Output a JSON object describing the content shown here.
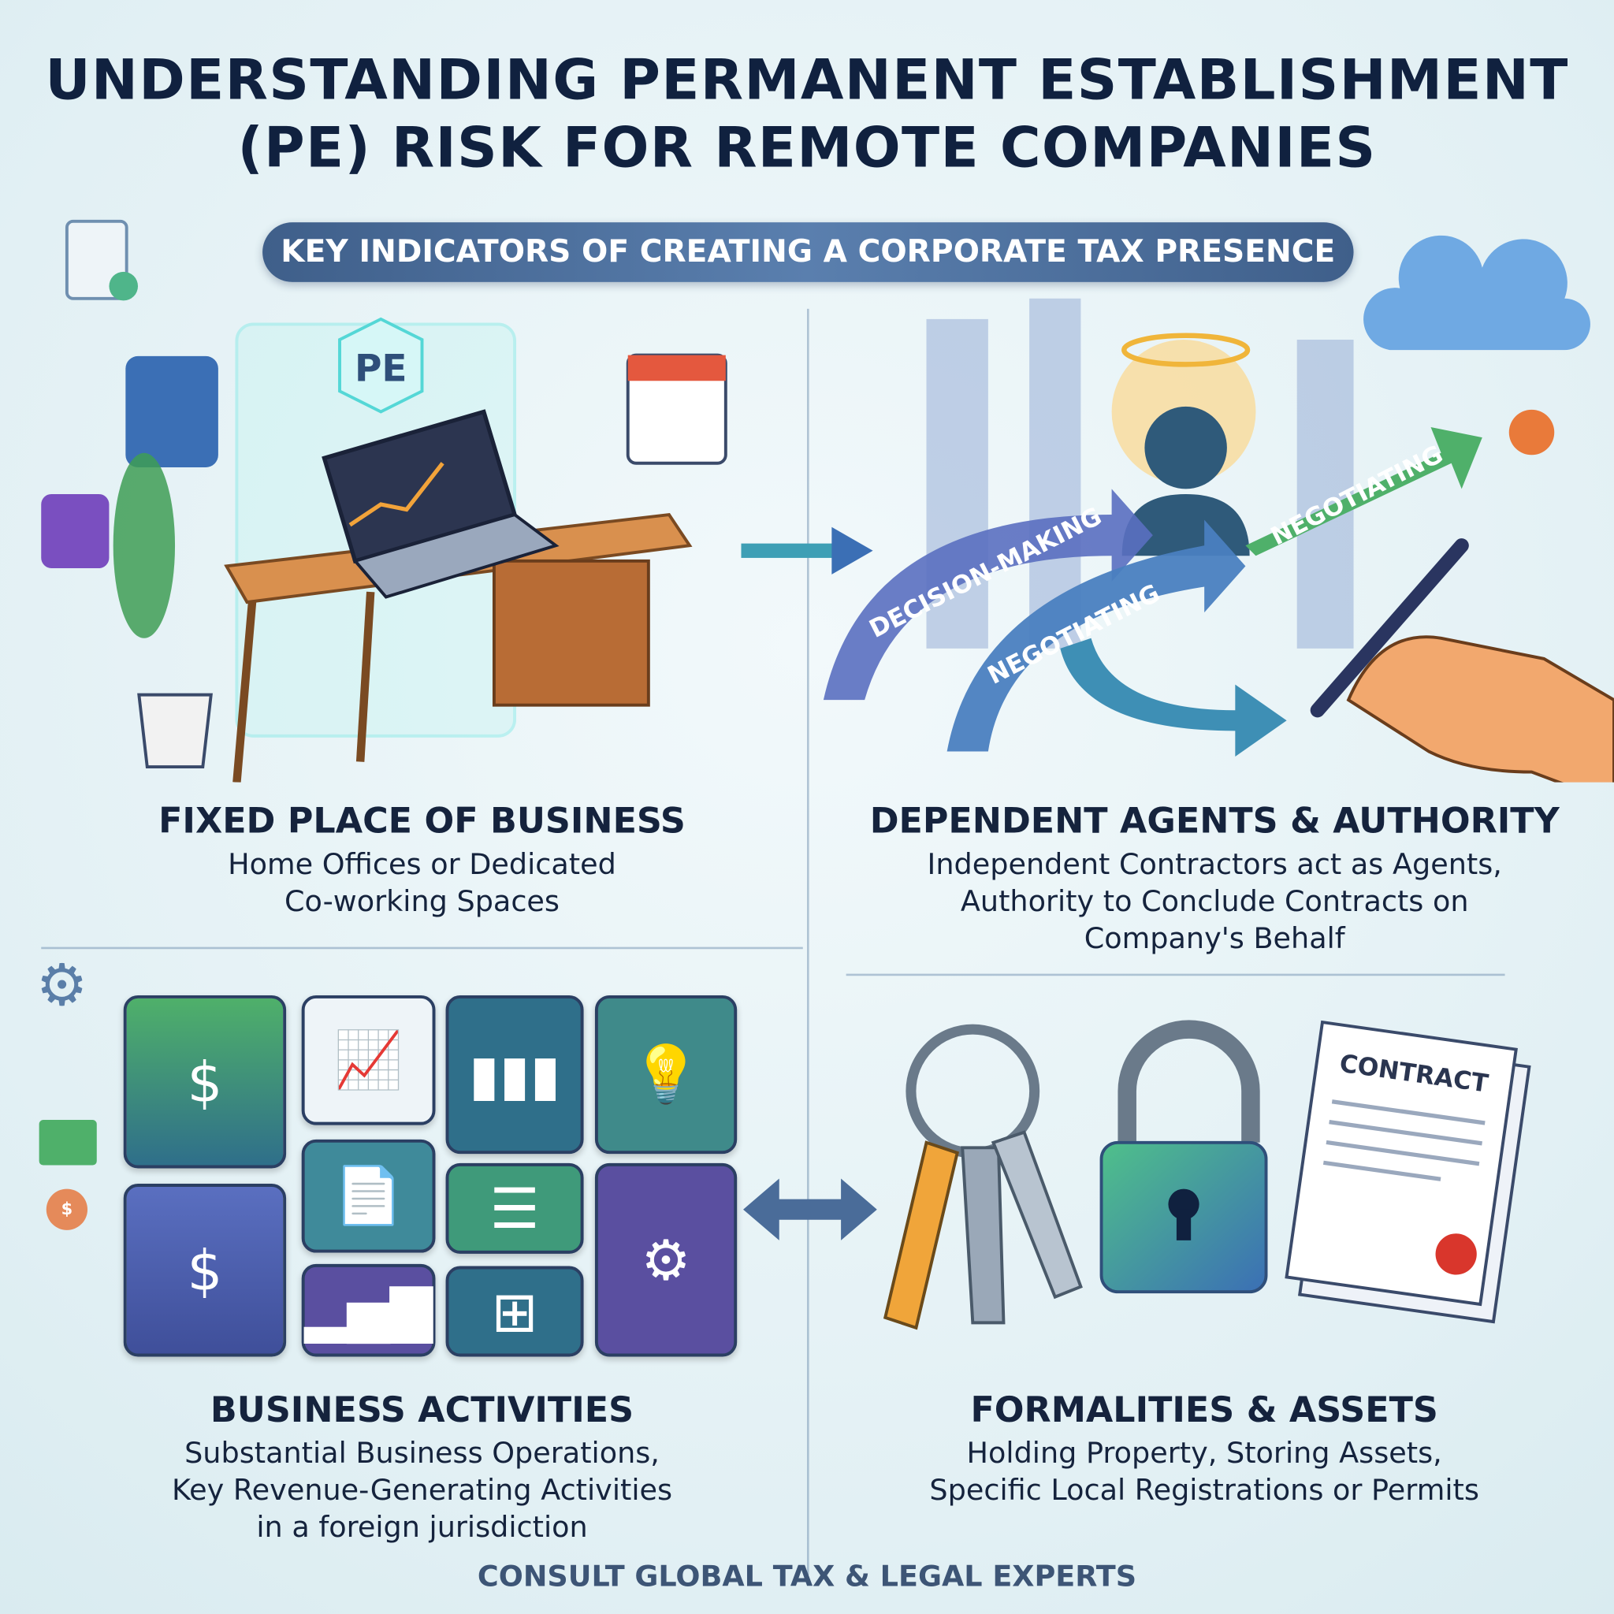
{
  "title": {
    "line1": "UNDERSTANDING PERMANENT ESTABLISHMENT",
    "line2": "(PE) RISK FOR REMOTE COMPANIES"
  },
  "banner": "KEY INDICATORS OF CREATING A CORPORATE TAX PRESENCE",
  "sections": [
    {
      "heading": "FIXED PLACE OF BUSINESS",
      "lines": [
        "Home Offices or Dedicated",
        "Co-working Spaces"
      ]
    },
    {
      "heading": "DEPENDENT AGENTS & AUTHORITY",
      "lines": [
        "Independent Contractors act as Agents,",
        "Authority to Conclude Contracts on",
        "Company's Behalf"
      ]
    },
    {
      "heading": "BUSINESS ACTIVITIES",
      "lines": [
        "Substantial Business Operations,",
        "Key Revenue-Generating Activities",
        "in a foreign jurisdiction"
      ]
    },
    {
      "heading": "FORMALITIES & ASSETS",
      "lines": [
        "Holding Property, Storing Assets,",
        "Specific Local Registrations or Permits"
      ]
    }
  ],
  "illustration": {
    "pe_badge": "PE",
    "arrow_labels": [
      "DECISION-MAKING",
      "NEGOTIATING",
      "NEGOTIATING"
    ],
    "contract_label": "CONTRACT"
  },
  "footer": "CONSULT GLOBAL TAX & LEGAL EXPERTS",
  "colors": {
    "navy": "#10213f",
    "banner": "#4a6c99",
    "green": "#3fa36b",
    "blue": "#3b6fb5",
    "purple": "#6a4fb0",
    "orange": "#e58a3a"
  }
}
